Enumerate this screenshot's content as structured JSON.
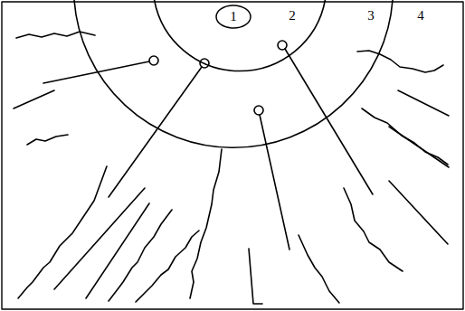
{
  "diagram": {
    "nodes": [
      {
        "text": [
          "1"
        ]
      }
    ],
    "labels": [
      "2",
      "3",
      "4"
    ]
  }
}
